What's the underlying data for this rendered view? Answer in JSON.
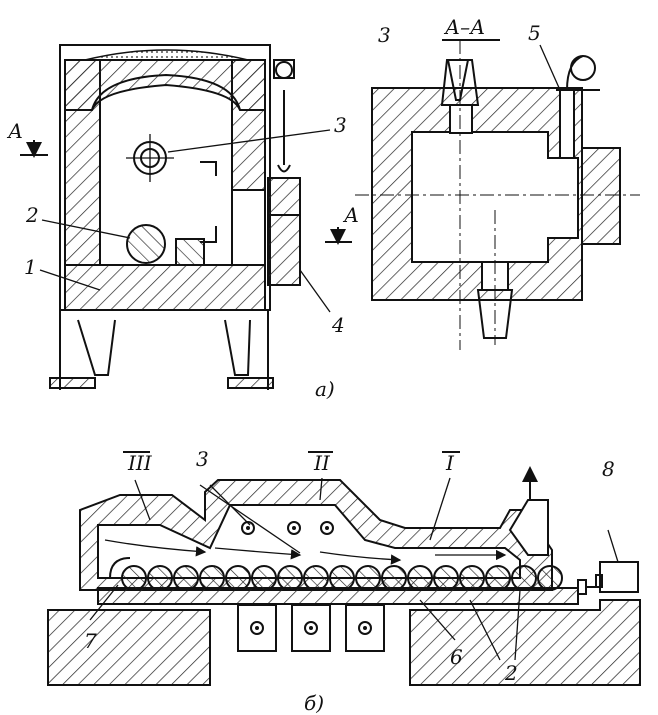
{
  "figure_a": {
    "caption": "а)",
    "section_title": "А–А",
    "labels": {
      "n1": "1",
      "n2": "2",
      "n3": "3",
      "n4": "4",
      "n5": "5",
      "sec_left": "А",
      "sec_right": "А",
      "sec_n3": "3"
    }
  },
  "figure_b": {
    "caption": "б)",
    "labels": {
      "z1": "I",
      "z2": "II",
      "z3": "III",
      "n2": "2",
      "n3": "3",
      "n6": "6",
      "n7": "7",
      "n8": "8"
    }
  }
}
